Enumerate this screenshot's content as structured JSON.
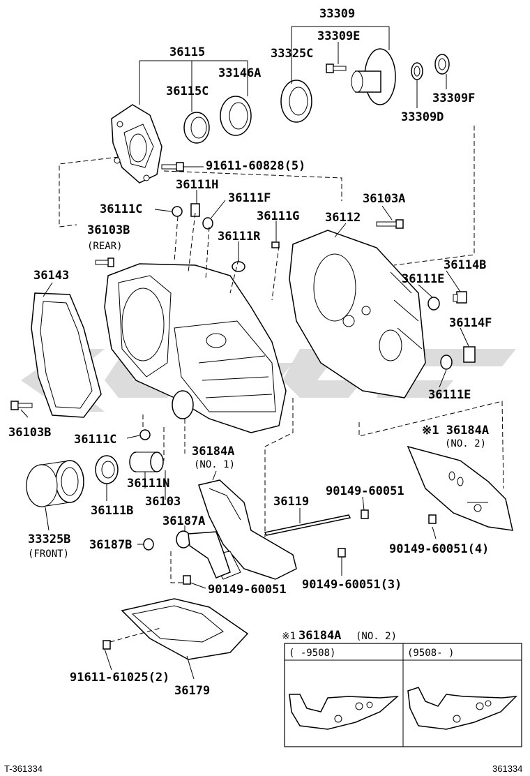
{
  "diagram": {
    "labels": {
      "l33309": "33309",
      "l33309E": "33309E",
      "l33325C": "33325C",
      "l36115": "36115",
      "l33146A": "33146A",
      "l36115C": "36115C",
      "l33309F": "33309F",
      "l33309D": "33309D",
      "l91611_60828": "91611-60828(5)",
      "l36111H": "36111H",
      "l36111F": "36111F",
      "l36103A": "36103A",
      "l36111C_top": "36111C",
      "l36111G": "36111G",
      "l36112": "36112",
      "l36103B_top": "36103B",
      "rear": "(REAR)",
      "l36111R": "36111R",
      "l36114B": "36114B",
      "l36143": "36143",
      "l36111E_top": "36111E",
      "l36114F": "36114F",
      "l36111E_bot": "36111E",
      "l36103B_left": "36103B",
      "l36111C_mid": "36111C",
      "l36184A_right": "※1 36184A",
      "no2": "(NO. 2)",
      "l36184A_mid": "36184A",
      "no1": "(NO. 1)",
      "l90149_a": "90149-60051",
      "l36111N": "36111N",
      "l36111B": "36111B",
      "l36103": "36103",
      "l36119": "36119",
      "l36187A": "36187A",
      "l33325B": "33325B",
      "front": "(FRONT)",
      "l36187B": "36187B",
      "l90149_4": "90149-60051(4)",
      "l90149_b": "90149-60051",
      "l90149_3": "90149-60051(3)",
      "l91611_61025": "91611-61025(2)",
      "l36179": "36179"
    },
    "inset": {
      "title_mark": "※1",
      "title_part": "36184A",
      "title_suffix": "(NO. 2)",
      "col_left": "(      -9508)",
      "col_right": "(9508-      )"
    },
    "footer": {
      "left": "T-361334",
      "right": "361334"
    }
  }
}
